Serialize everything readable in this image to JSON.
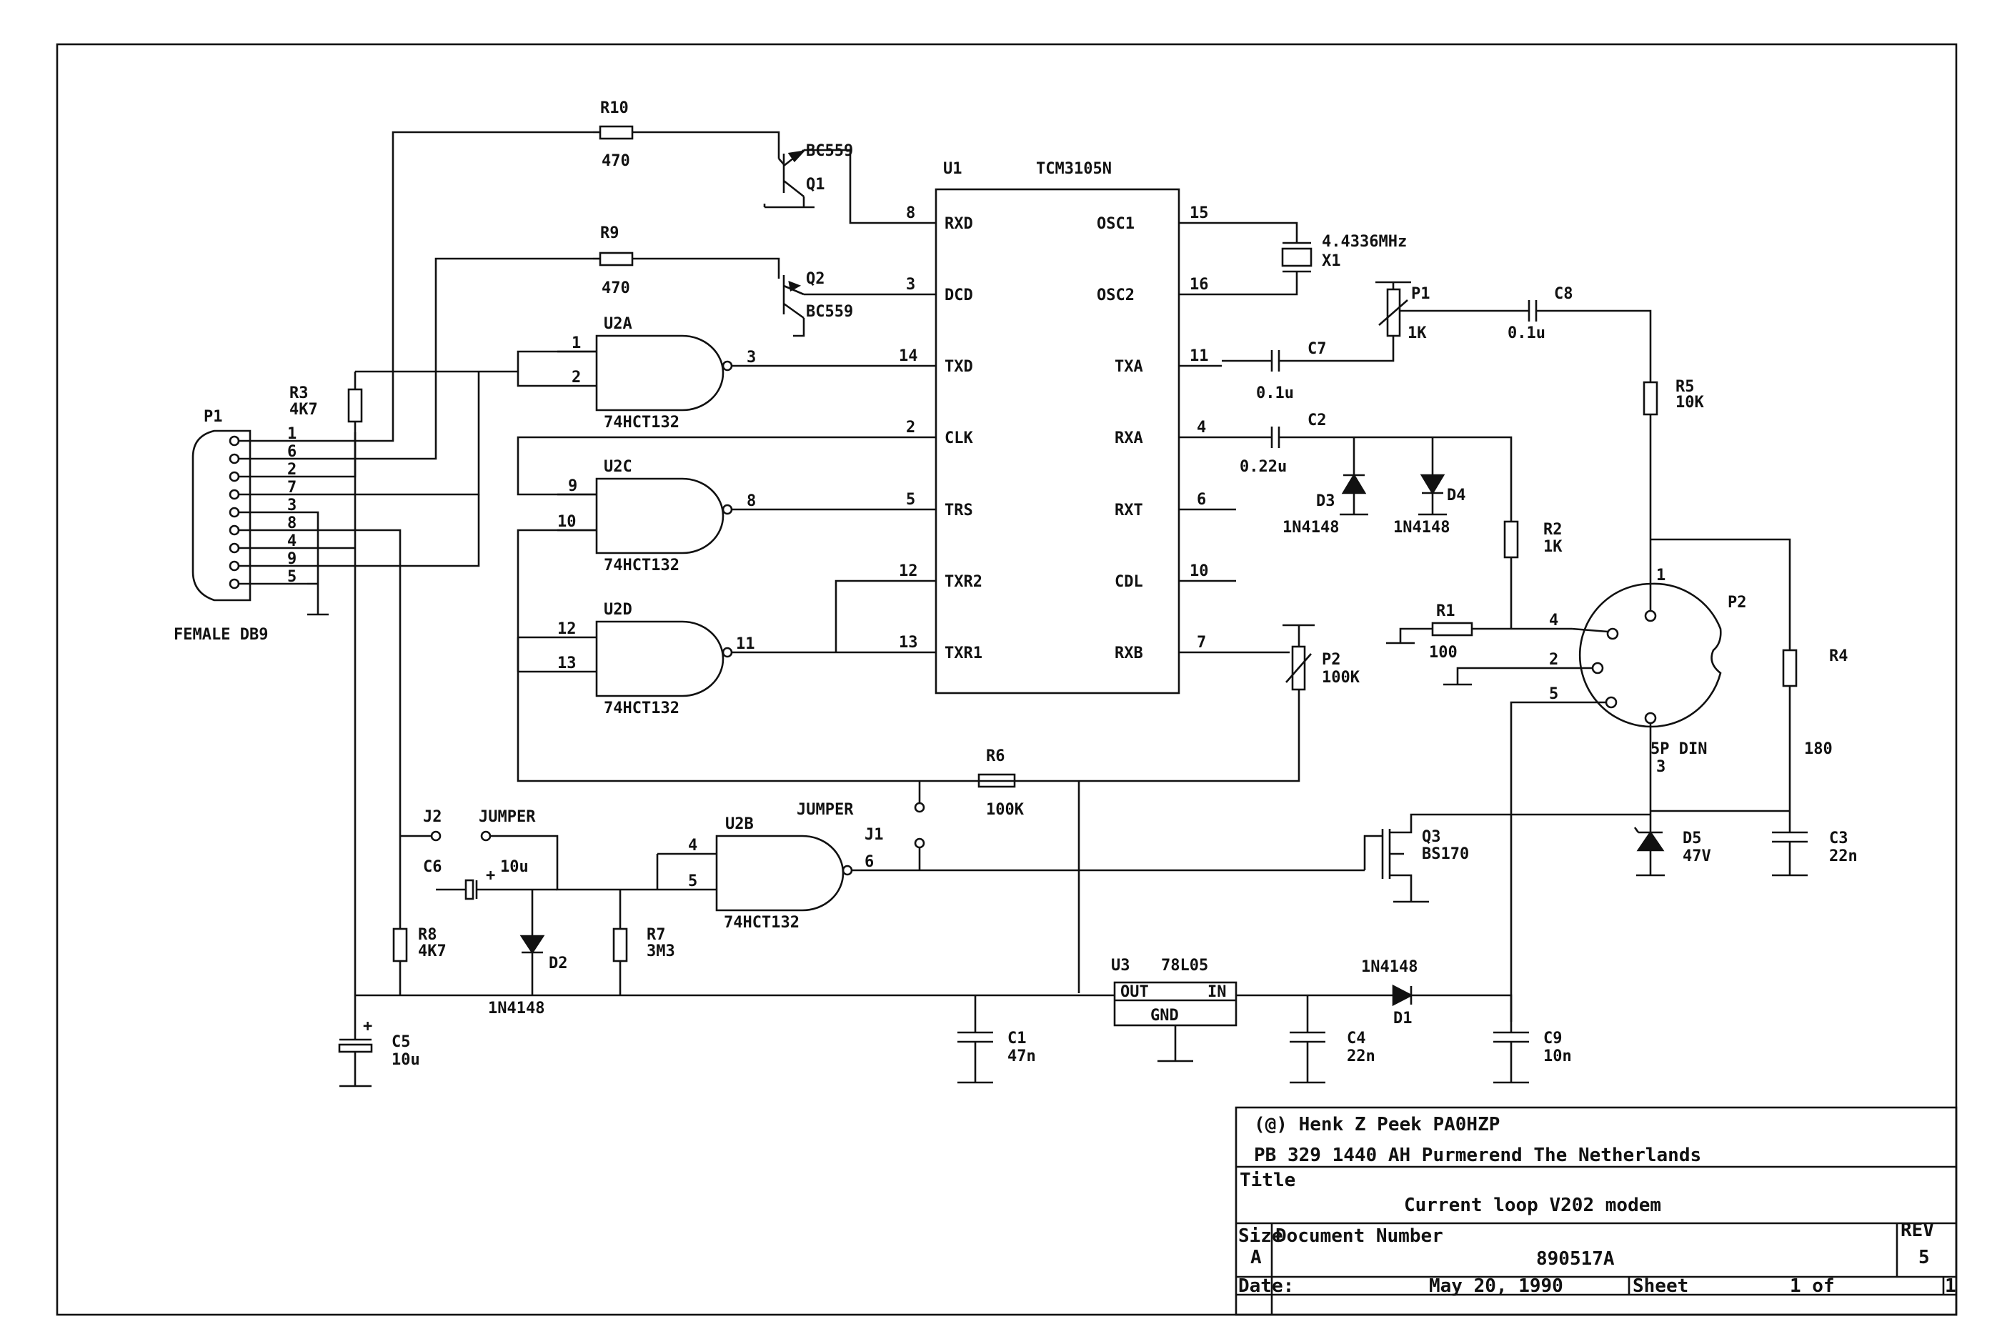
{
  "components": {
    "u1": {
      "ref": "U1",
      "part": "TCM3105N",
      "pins_left": [
        {
          "num": "8",
          "name": "RXD"
        },
        {
          "num": "3",
          "name": "DCD"
        },
        {
          "num": "14",
          "name": "TXD"
        },
        {
          "num": "2",
          "name": "CLK"
        },
        {
          "num": "5",
          "name": "TRS"
        },
        {
          "num": "12",
          "name": "TXR2"
        },
        {
          "num": "13",
          "name": "TXR1"
        }
      ],
      "pins_right": [
        {
          "num": "15",
          "name": "OSC1"
        },
        {
          "num": "16",
          "name": "OSC2"
        },
        {
          "num": "11",
          "name": "TXA"
        },
        {
          "num": "4",
          "name": "RXA"
        },
        {
          "num": "6",
          "name": "RXT"
        },
        {
          "num": "10",
          "name": "CDL"
        },
        {
          "num": "7",
          "name": "RXB"
        }
      ]
    },
    "u2a": {
      "ref": "U2A",
      "part": "74HCT132",
      "in1": "1",
      "in2": "2",
      "out": "3"
    },
    "u2c": {
      "ref": "U2C",
      "part": "74HCT132",
      "in1": "9",
      "in2": "10",
      "out": "8"
    },
    "u2d": {
      "ref": "U2D",
      "part": "74HCT132",
      "in1": "12",
      "in2": "13",
      "out": "11"
    },
    "u2b": {
      "ref": "U2B",
      "part": "74HCT132",
      "in1": "4",
      "in2": "5",
      "out": "6"
    },
    "u3": {
      "ref": "U3",
      "part": "78L05",
      "out": "OUT",
      "in": "IN",
      "gnd": "GND"
    },
    "r10": {
      "ref": "R10",
      "value": "470"
    },
    "r9": {
      "ref": "R9",
      "value": "470"
    },
    "r3": {
      "ref": "R3",
      "value": "4K7"
    },
    "r8": {
      "ref": "R8",
      "value": "4K7"
    },
    "r7": {
      "ref": "R7",
      "value": "3M3"
    },
    "r6": {
      "ref": "R6",
      "value": "100K"
    },
    "r5": {
      "ref": "R5",
      "value": "10K"
    },
    "r2": {
      "ref": "R2",
      "value": "1K"
    },
    "r1": {
      "ref": "R1",
      "value": "100"
    },
    "r4": {
      "ref": "R4",
      "value": "180"
    },
    "q1": {
      "ref": "Q1",
      "part": "BC559"
    },
    "q2": {
      "ref": "Q2",
      "part": "BC559"
    },
    "q3": {
      "ref": "Q3",
      "part": "BS170"
    },
    "x1": {
      "ref": "X1",
      "value": "4.4336MHz"
    },
    "c7": {
      "ref": "C7",
      "value": "0.1u"
    },
    "c8": {
      "ref": "C8",
      "value": "0.1u"
    },
    "c2": {
      "ref": "C2",
      "value": "0.22u"
    },
    "c6": {
      "ref": "C6",
      "value": "10u"
    },
    "c5": {
      "ref": "C5",
      "value": "10u"
    },
    "c1": {
      "ref": "C1",
      "value": "47n"
    },
    "c4": {
      "ref": "C4",
      "value": "22n"
    },
    "c9": {
      "ref": "C9",
      "value": "10n"
    },
    "c3": {
      "ref": "C3",
      "value": "22n"
    },
    "p1pot": {
      "ref": "P1",
      "value": "1K"
    },
    "p2pot": {
      "ref": "P2",
      "value": "100K"
    },
    "d3": {
      "ref": "D3",
      "value": "1N4148"
    },
    "d4": {
      "ref": "D4",
      "value": "1N4148"
    },
    "d2": {
      "ref": "D2",
      "value": "1N4148"
    },
    "d1": {
      "ref": "D1",
      "value": "1N4148"
    },
    "d5": {
      "ref": "D5",
      "value": "47V"
    },
    "j1": {
      "ref": "J1",
      "value": "JUMPER"
    },
    "j2": {
      "ref": "J2",
      "value": "JUMPER"
    },
    "db9": {
      "ref": "P1",
      "desc": "FEMALE DB9",
      "pins": [
        "1",
        "6",
        "2",
        "7",
        "3",
        "8",
        "4",
        "9",
        "5"
      ]
    },
    "din": {
      "ref": "P2",
      "desc": "5P DIN",
      "pins": {
        "p1": "1",
        "p2": "2",
        "p3": "3",
        "p4": "4",
        "p5": "5"
      }
    }
  },
  "title_block": {
    "copyright": "(@) Henk Z Peek   PA0HZP",
    "address": "PB 329   1440 AH Purmerend   The Netherlands",
    "title_label": "Title",
    "title": "Current loop V202 modem",
    "size_label": "Size",
    "size": "A",
    "docnum_label": "Document Number",
    "docnum": "890517A",
    "rev_label": "REV",
    "rev": "5",
    "date_label": "Date:",
    "date": "May 20, 1990",
    "sheet_label": "Sheet",
    "sheet": "1 of",
    "sheet_total": "1"
  }
}
